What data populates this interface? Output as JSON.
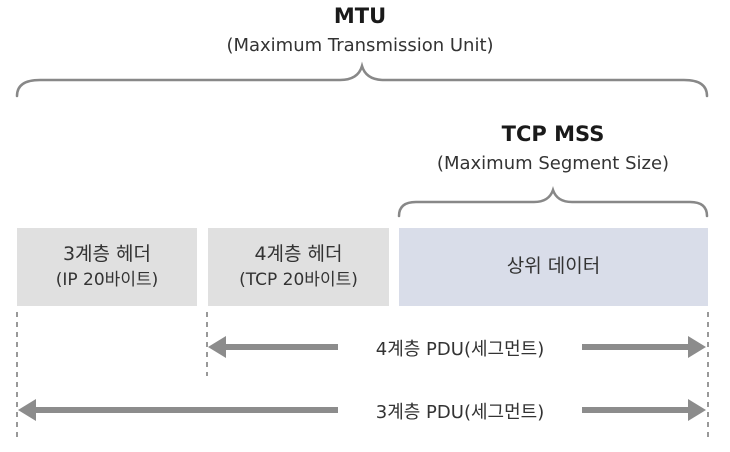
{
  "mtu": {
    "title": "MTU",
    "subtitle": "(Maximum Transmission Unit)"
  },
  "mss": {
    "title": "TCP MSS",
    "subtitle": "(Maximum Segment Size)"
  },
  "boxes": [
    {
      "line1": "3계층 헤더",
      "line2": "(IP 20바이트)",
      "color": "#e0e0e0"
    },
    {
      "line1": "4계층 헤더",
      "line2": "(TCP 20바이트)",
      "color": "#e0e0e0"
    },
    {
      "line1": "상위 데이터",
      "color": "#d9dde9"
    }
  ],
  "pdu": {
    "layer4": "4계층 PDU(세그먼트)",
    "layer3": "3계층 PDU(세그먼트)"
  },
  "colors": {
    "brace": "#888888",
    "arrow": "#8c8c8c",
    "dash": "#999999"
  }
}
